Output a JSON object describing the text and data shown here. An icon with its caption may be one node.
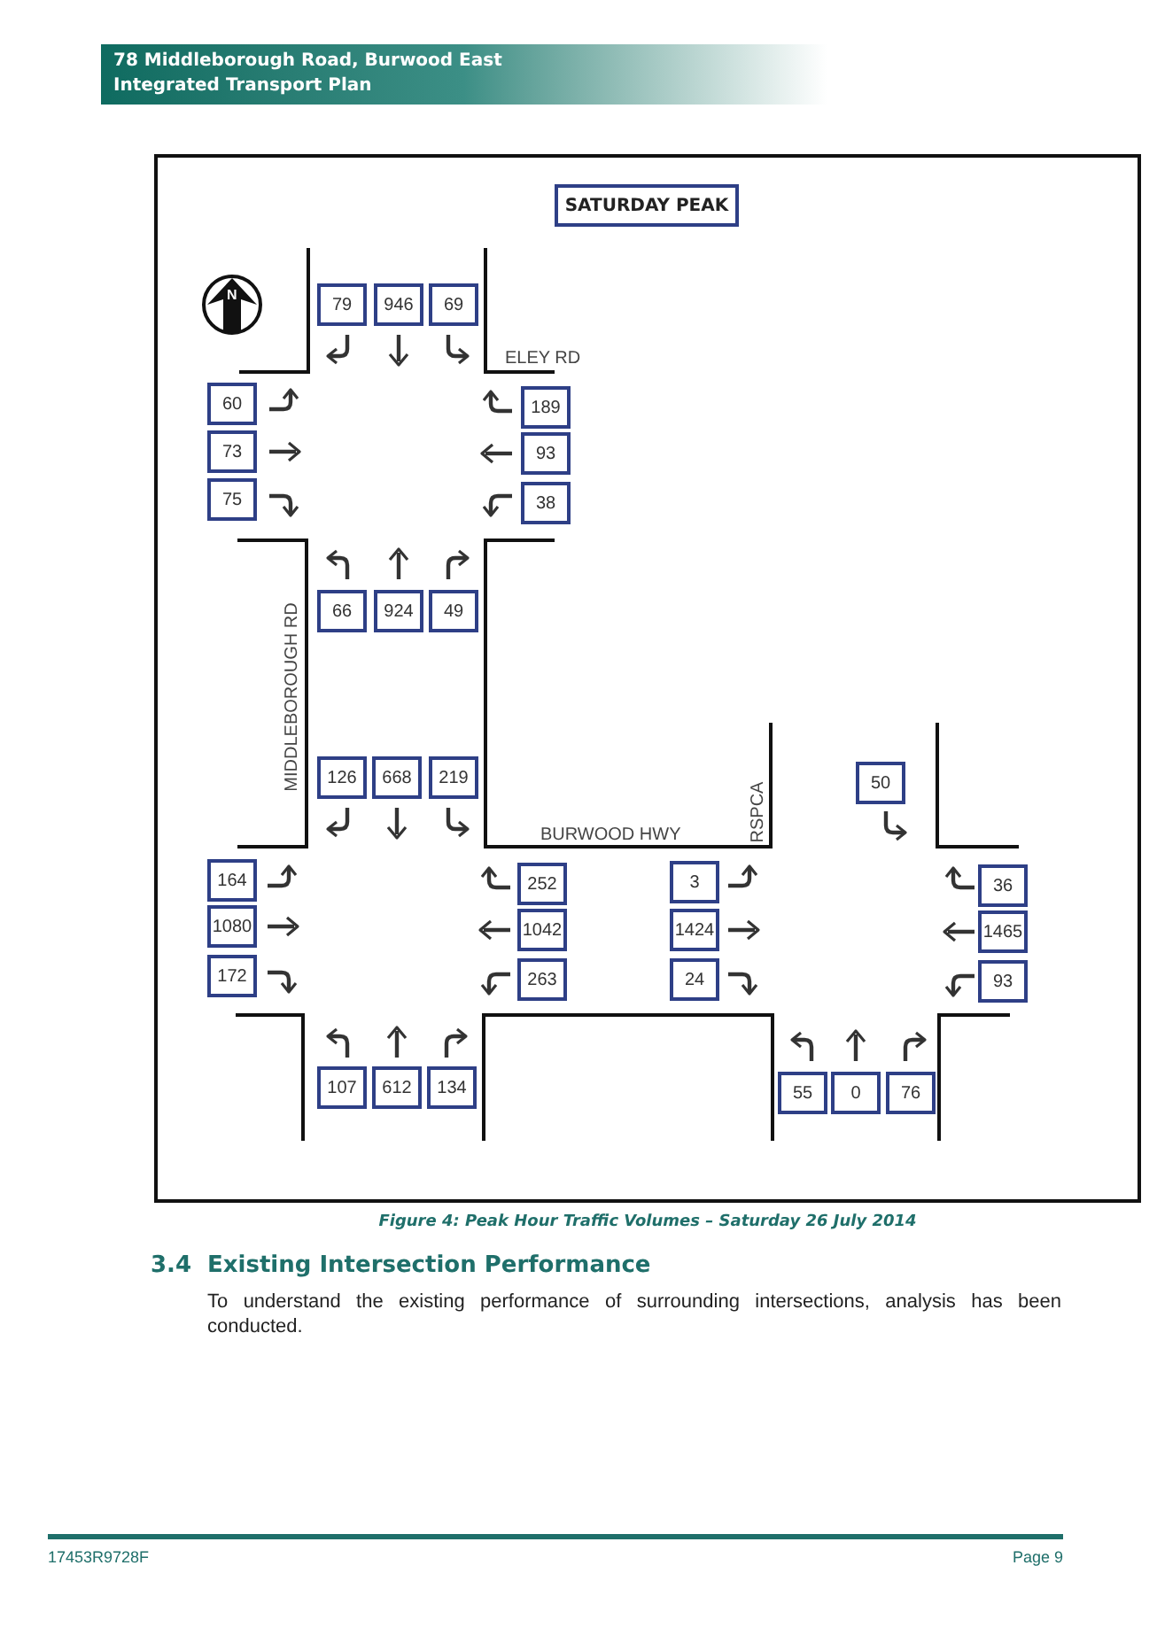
{
  "diagram": {
    "caption": "Figure 4: Peak Hour Traffic Volumes – Saturday 26 July 2014",
    "nodes": [
      {
        "text": [
          "SATURDAY PEAK"
        ]
      },
      {
        "text": [
          "79"
        ]
      },
      {
        "text": [
          "946"
        ]
      },
      {
        "text": [
          "69"
        ]
      },
      {
        "text": [
          "60"
        ]
      },
      {
        "text": [
          "73"
        ]
      },
      {
        "text": [
          "75"
        ]
      },
      {
        "text": [
          "189"
        ]
      },
      {
        "text": [
          "93"
        ]
      },
      {
        "text": [
          "38"
        ]
      },
      {
        "text": [
          "66"
        ]
      },
      {
        "text": [
          "924"
        ]
      },
      {
        "text": [
          "49"
        ]
      },
      {
        "text": [
          "126"
        ]
      },
      {
        "text": [
          "668"
        ]
      },
      {
        "text": [
          "219"
        ]
      },
      {
        "text": [
          "50"
        ]
      },
      {
        "text": [
          "164"
        ]
      },
      {
        "text": [
          "1080"
        ]
      },
      {
        "text": [
          "172"
        ]
      },
      {
        "text": [
          "252"
        ]
      },
      {
        "text": [
          "1042"
        ]
      },
      {
        "text": [
          "263"
        ]
      },
      {
        "text": [
          "3"
        ]
      },
      {
        "text": [
          "1424"
        ]
      },
      {
        "text": [
          "24"
        ]
      },
      {
        "text": [
          "36"
        ]
      },
      {
        "text": [
          "1465"
        ]
      },
      {
        "text": [
          "93"
        ]
      },
      {
        "text": [
          "107"
        ]
      },
      {
        "text": [
          "612"
        ]
      },
      {
        "text": [
          "134"
        ]
      },
      {
        "text": [
          "55"
        ]
      },
      {
        "text": [
          "0"
        ]
      },
      {
        "text": [
          "76"
        ]
      }
    ],
    "labels": [
      "78 Middleborough Road, Burwood East",
      "Integrated Transport Plan",
      "N",
      "ELEY RD",
      "MIDDLEBOROUGH RD",
      "BURWOOD HWY",
      "RSPCA",
      "3.4",
      "Existing Intersection Performance",
      "To understand the existing performance of surrounding intersections, analysis has been conducted.",
      "17453R9728F",
      "Page 9"
    ]
  }
}
